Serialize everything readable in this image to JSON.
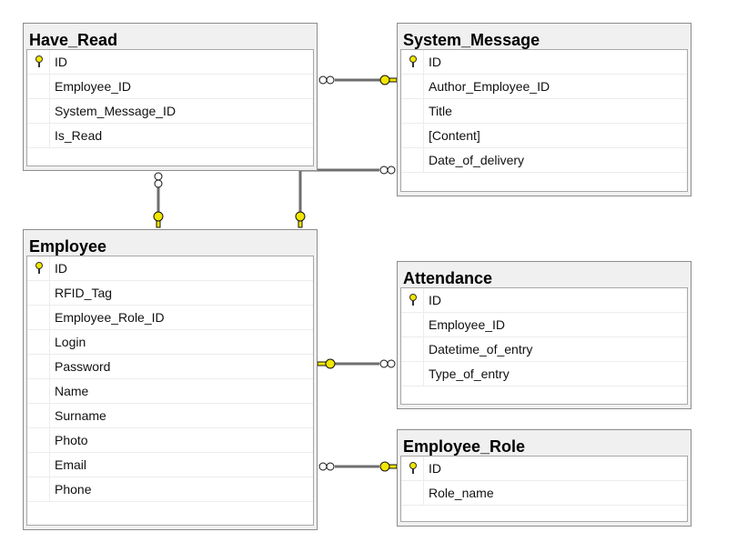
{
  "tables": [
    {
      "title": "Have_Read",
      "columns": [
        "ID",
        "Employee_ID",
        "System_Message_ID",
        "Is_Read"
      ],
      "pk": 0
    },
    {
      "title": "System_Message",
      "columns": [
        "ID",
        "Author_Employee_ID",
        "Title",
        "[Content]",
        "Date_of_delivery"
      ],
      "pk": 0
    },
    {
      "title": "Employee",
      "columns": [
        "ID",
        "RFID_Tag",
        "Employee_Role_ID",
        "Login",
        "Password",
        "Name",
        "Surname",
        "Photo",
        "Email",
        "Phone"
      ],
      "pk": 0
    },
    {
      "title": "Attendance",
      "columns": [
        "ID",
        "Employee_ID",
        "Datetime_of_entry",
        "Type_of_entry"
      ],
      "pk": 0
    },
    {
      "title": "Employee_Role",
      "columns": [
        "ID",
        "Role_name"
      ],
      "pk": 0
    }
  ],
  "colors": {
    "key": "#f2e600",
    "line": "#6e6e6e"
  }
}
